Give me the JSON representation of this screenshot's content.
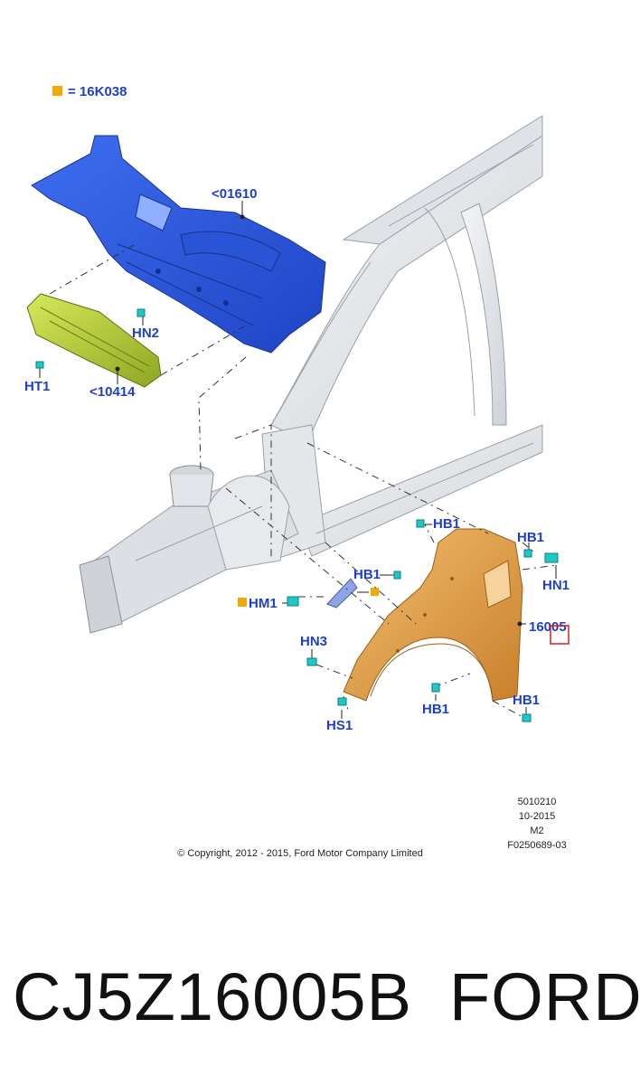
{
  "legend": {
    "text": "= 16K038",
    "color": "#f5a800"
  },
  "parts": {
    "dash_panel": "<01610",
    "reinforcement": "<10414",
    "fender": "16005"
  },
  "fasteners": {
    "hn2": "HN2",
    "ht1": "HT1",
    "hb1_top": "HB1",
    "hb1_right": "HB1",
    "hn1": "HN1",
    "hb1_mid": "HB1",
    "hm1": "HM1",
    "hn3": "HN3",
    "hs1": "HS1",
    "hb1_bottom": "HB1",
    "hb1_lower_right": "HB1"
  },
  "meta": {
    "line1": "5010210",
    "line2": "10-2015",
    "line3": "M2",
    "line4": "F0250689-03",
    "copyright": "© Copyright, 2012 - 2015, Ford Motor Company Limited"
  },
  "footer": {
    "part_number": "CJ5Z16005B",
    "brand": "FORD"
  },
  "colors": {
    "label": "#1f3fc9",
    "dash_panel": "#2f5fe0",
    "reinforcement": "#b9d23a",
    "fender": "#e3a24a",
    "body": "#e9ebee",
    "clip": "#1fc7c9",
    "highlight": "#d62020"
  }
}
